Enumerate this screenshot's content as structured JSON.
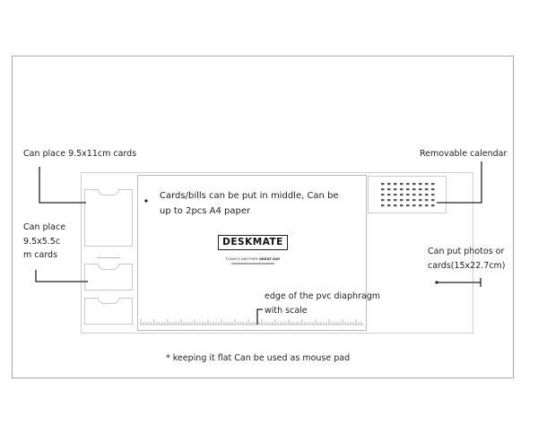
{
  "labels": {
    "card_9511": "Can place 9.5x11cm cards",
    "card_955_line1": "Can place",
    "card_955_line2": "9.5x5.5c",
    "card_955_line3": "m cards",
    "calendar": "Removable calendar",
    "photos_line1": "Can put photos or",
    "photos_line2": "cards(15x22.7cm)",
    "middle_line1": "Cards/bills can be put in middle, Can be",
    "middle_line2": "up to 2pcs A4 paper",
    "edge_line1": "edge of the pvc diaphragm",
    "edge_line2": "with scale",
    "flat_note": "* keeping it flat Can be used as mouse pad"
  },
  "logo": {
    "brand": "DESKMATE",
    "tagline_prefix": "TODAY'S ANOTHER",
    "tagline_bold": "GREAT DAY"
  }
}
